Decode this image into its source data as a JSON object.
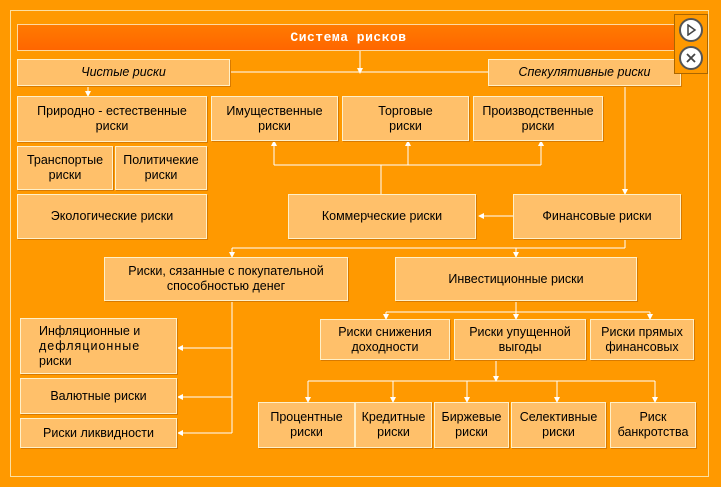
{
  "title": "Система рисков",
  "nodes": {
    "pure": "Чистые риски",
    "speculative": "Спекулятивные риски",
    "natural": [
      "Природно - естественные",
      "риски"
    ],
    "transport": [
      "Транспортые",
      "риски"
    ],
    "political": [
      "Политичекие",
      "риски"
    ],
    "ecological": "Экологические риски",
    "property": [
      "Имущественные",
      "риски"
    ],
    "trade": [
      "Торговые",
      "риски"
    ],
    "production": [
      "Производственные",
      "риски"
    ],
    "commercial": "Коммерческие риски",
    "financial": "Финансовые риски",
    "purchasing": [
      "Риски, сязанные с покупательной",
      "способностью денег"
    ],
    "investment": "Инвестиционные риски",
    "inflation": [
      "Инфляционные и",
      "дефляционные",
      "риски"
    ],
    "currency": "Валютные риски",
    "liquidity": "Риски ликвидности",
    "yield_loss": [
      "Риски снижения",
      "доходности"
    ],
    "lost_profit": [
      "Риски упущенной",
      "выгоды"
    ],
    "direct_financial": [
      "Риски прямых",
      "финансовых"
    ],
    "interest": [
      "Процентные",
      "риски"
    ],
    "credit": [
      "Кредитные",
      "риски"
    ],
    "exchange": [
      "Биржевые",
      "риски"
    ],
    "selective": [
      "Селективные",
      "риски"
    ],
    "bankruptcy": [
      "Риск",
      "банкротства"
    ]
  },
  "controls": {
    "play_icon": "play-icon",
    "close_icon": "close-icon"
  },
  "colors": {
    "background": "#ff9900",
    "box": "#ffc06a",
    "title_bar": "#ff6600",
    "line": "#ffffff"
  }
}
